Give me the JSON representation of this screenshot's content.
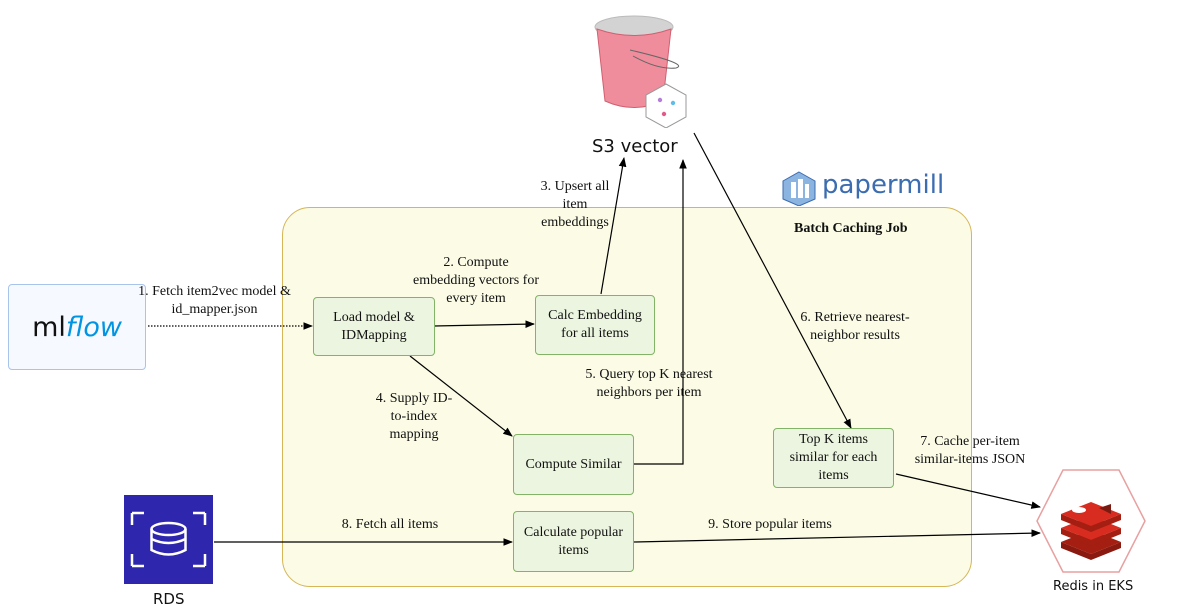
{
  "region": {
    "title": "Batch Caching Job"
  },
  "logos": {
    "mlflow": {
      "part1": "ml",
      "part2": "flow"
    },
    "papermill": "papermill",
    "s3": "S3 vector",
    "rds": "RDS",
    "redis": "Redis in EKS"
  },
  "nodes": {
    "load_model": "Load model & IDMapping",
    "calc_embedding": "Calc Embedding for all items",
    "compute_similar": "Compute Similar",
    "topk": "Top K items similar for each items",
    "popular": "Calculate popular items"
  },
  "edges": {
    "e1": "1. Fetch item2vec model & id_mapper.json",
    "e2": "2. Compute embedding vectors for every item",
    "e3": "3. Upsert all item embeddings",
    "e4": "4. Supply ID-to-index mapping",
    "e5": "5. Query top K nearest neighbors per item",
    "e6": "6. Retrieve nearest-neighbor results",
    "e7": "7. Cache per-item similar-items JSON",
    "e8": "8. Fetch all items",
    "e9": "9. Store popular items"
  },
  "colors": {
    "region_stroke": "#d6b656",
    "node_stroke": "#82b366",
    "mlflow_blue": "#0194e2",
    "rds_blue": "#2e27ad",
    "redis_red": "#d82c20",
    "papermill_blue": "#3b6db0"
  }
}
